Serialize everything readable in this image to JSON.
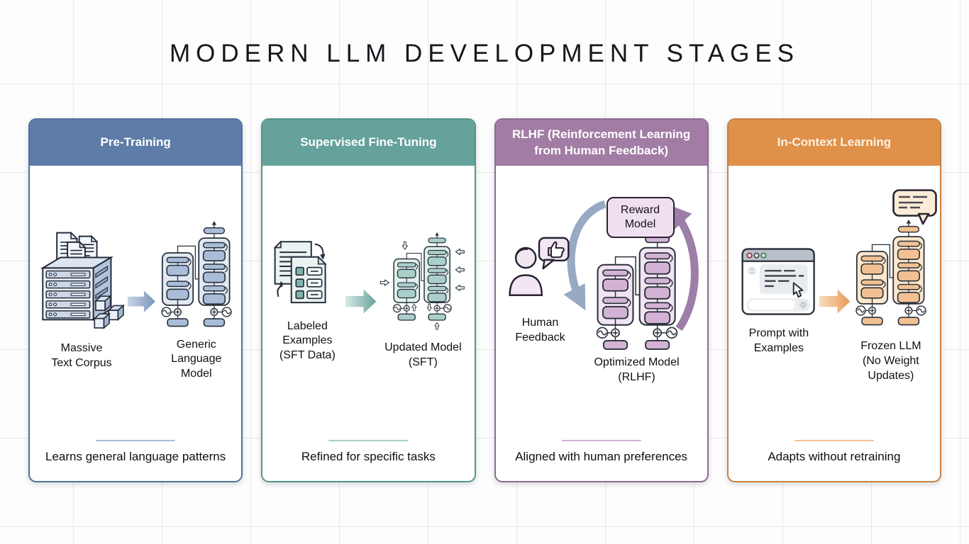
{
  "title": "MODERN LLM DEVELOPMENT STAGES",
  "colors": {
    "background": "#fdfdfd",
    "grid_line": "#e8e8e8",
    "card_1_accent": "#5d7ca8",
    "card_2_accent": "#64a29b",
    "card_3_accent": "#a27ca4",
    "card_4_accent": "#df9049"
  },
  "cards": [
    {
      "header": "Pre-Training",
      "left_label": "Massive\nText Corpus",
      "right_label": "Generic\nLanguage Model",
      "caption": "Learns general language patterns"
    },
    {
      "header": "Supervised Fine-Tuning",
      "left_label": "Labeled\nExamples\n(SFT Data)",
      "right_label": "Updated Model\n(SFT)",
      "caption": "Refined for specific tasks"
    },
    {
      "header": "RLHF (Reinforcement Learning\nfrom Human Feedback)",
      "left_label": "Human\nFeedback",
      "reward_label": "Reward\nModel",
      "right_label": "Optimized Model\n(RLHF)",
      "caption": "Aligned with human preferences"
    },
    {
      "header": "In-Context Learning",
      "left_label": "Prompt with\nExamples",
      "right_label": "Frozen LLM\n(No Weight\nUpdates)",
      "caption": "Adapts without retraining"
    }
  ],
  "icons": {
    "card1": [
      "document-stack-icon",
      "server-corpus-icon",
      "data-cubes-icon",
      "flow-arrow-icon",
      "transformer-model-icon"
    ],
    "card2": [
      "labeled-documents-icon",
      "flow-arrow-icon",
      "transformer-model-icon",
      "weight-update-arrows-icon"
    ],
    "card3": [
      "person-icon",
      "thumbs-up-bubble-icon",
      "cycle-arrows-icon",
      "transformer-model-icon"
    ],
    "card4": [
      "chat-browser-icon",
      "mouse-cursor-icon",
      "flow-arrow-icon",
      "transformer-model-icon",
      "speech-bubble-icon"
    ]
  }
}
